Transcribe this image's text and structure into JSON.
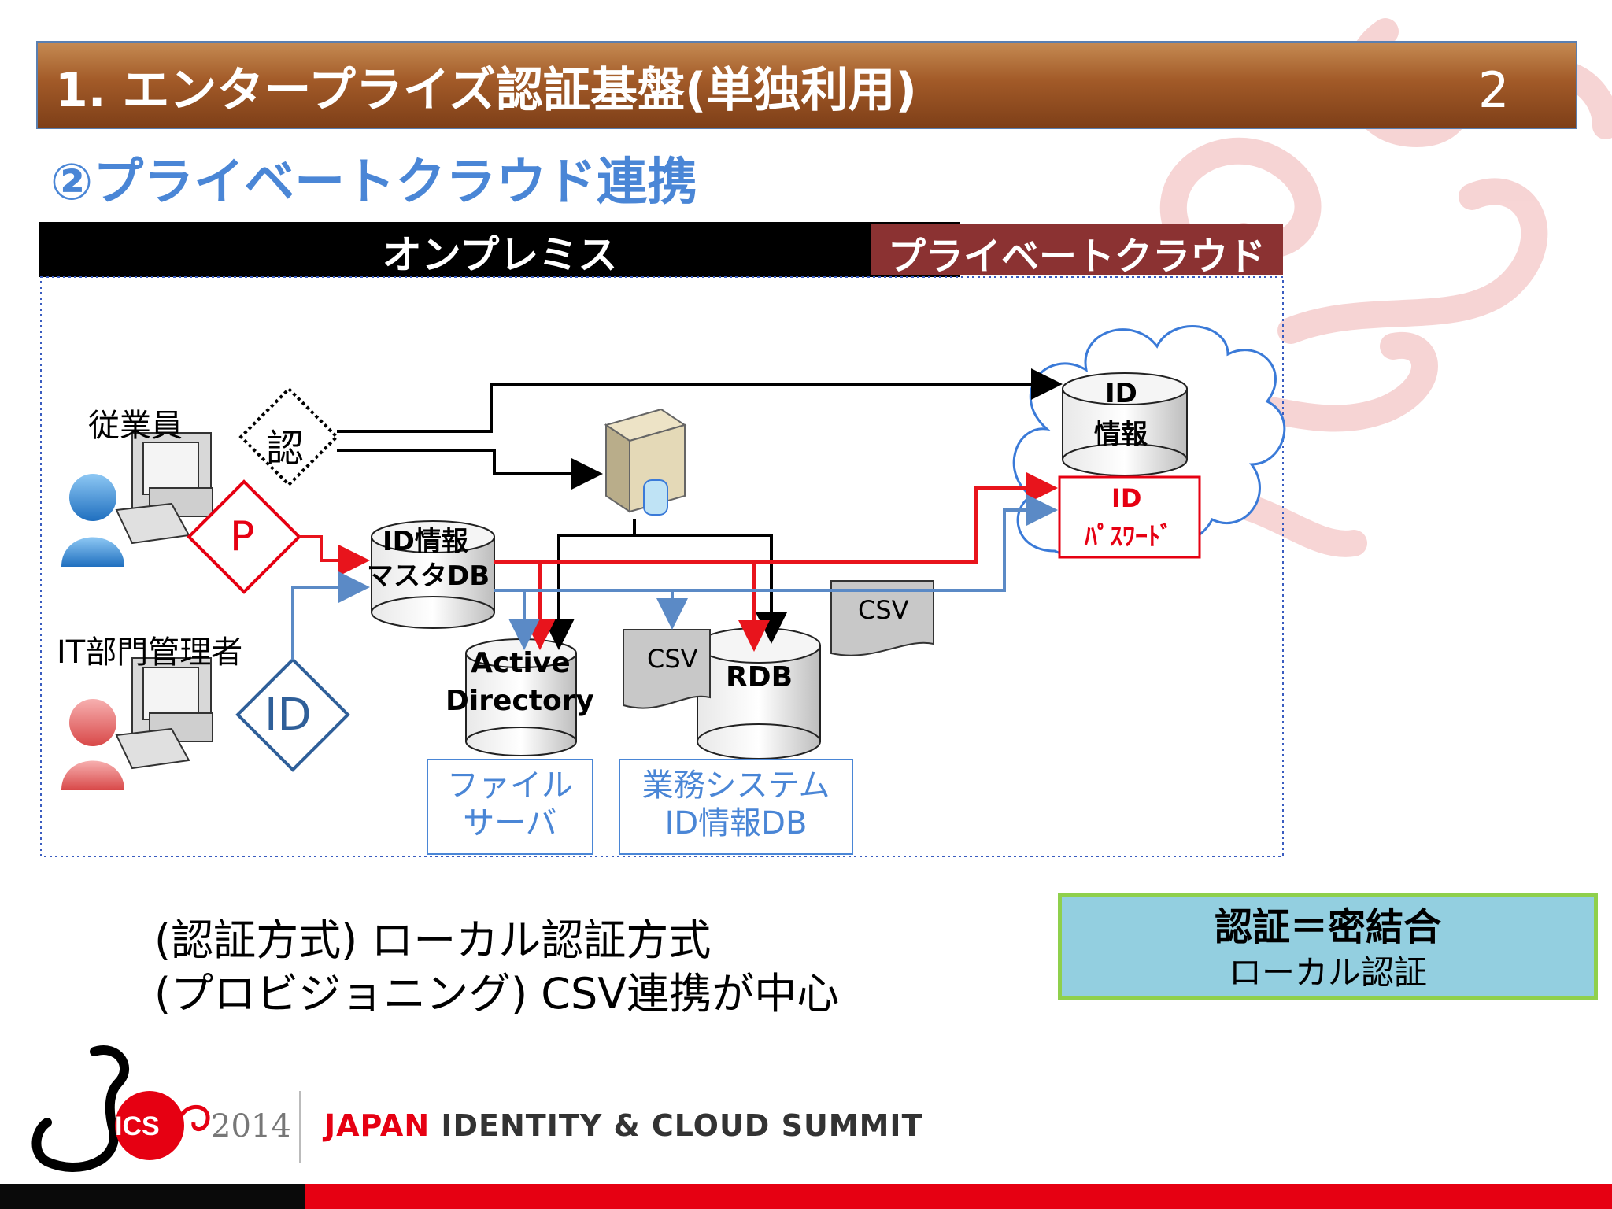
{
  "header": {
    "title": "1. エンタープライズ認証基盤(単独利用)",
    "page_number": "2",
    "subtitle": "②プライベートクラウド連携"
  },
  "zones": {
    "onprem": "オンプレミス",
    "cloud": "プライベートクラウド"
  },
  "actors": {
    "employee": "従業員",
    "it_admin": "IT部門管理者"
  },
  "badges": {
    "auth": "認",
    "password": "P",
    "id": "ID"
  },
  "stores": {
    "master_db_line1": "ID情報",
    "master_db_line2": "マスタDB",
    "ad_line1": "Active",
    "ad_line2": "Directory",
    "rdb": "RDB",
    "cloud_id_line1": "ID",
    "cloud_id_line2": "情報",
    "cloud_pw_line1": "ID",
    "cloud_pw_line2": "ﾊﾟｽﾜｰﾄﾞ"
  },
  "docs": {
    "csv_left": "CSV",
    "csv_right": "CSV"
  },
  "labels": {
    "file_server_line1": "ファイル",
    "file_server_line2": "サーバ",
    "biz_db_line1": "業務システム",
    "biz_db_line2": "ID情報DB"
  },
  "method": {
    "line1": "(認証方式) ローカル認証方式",
    "line2": "(プロビジョニング) CSV連携が中心"
  },
  "summary": {
    "title": "認証＝密結合",
    "subtitle": "ローカル認証"
  },
  "footer": {
    "year": "2014",
    "summit_prefix": "JAPAN",
    "summit_rest": " IDENTITY & CLOUD SUMMIT",
    "logo_text": "ICS"
  },
  "colors": {
    "red": "#e60012",
    "blue": "#4a86d6",
    "arrow_blue": "#5b8ac6",
    "arrow_red": "#e8141c",
    "dark_red": "#8b3232",
    "summary_bg": "#93cfe0",
    "summary_border": "#8fd04c"
  }
}
